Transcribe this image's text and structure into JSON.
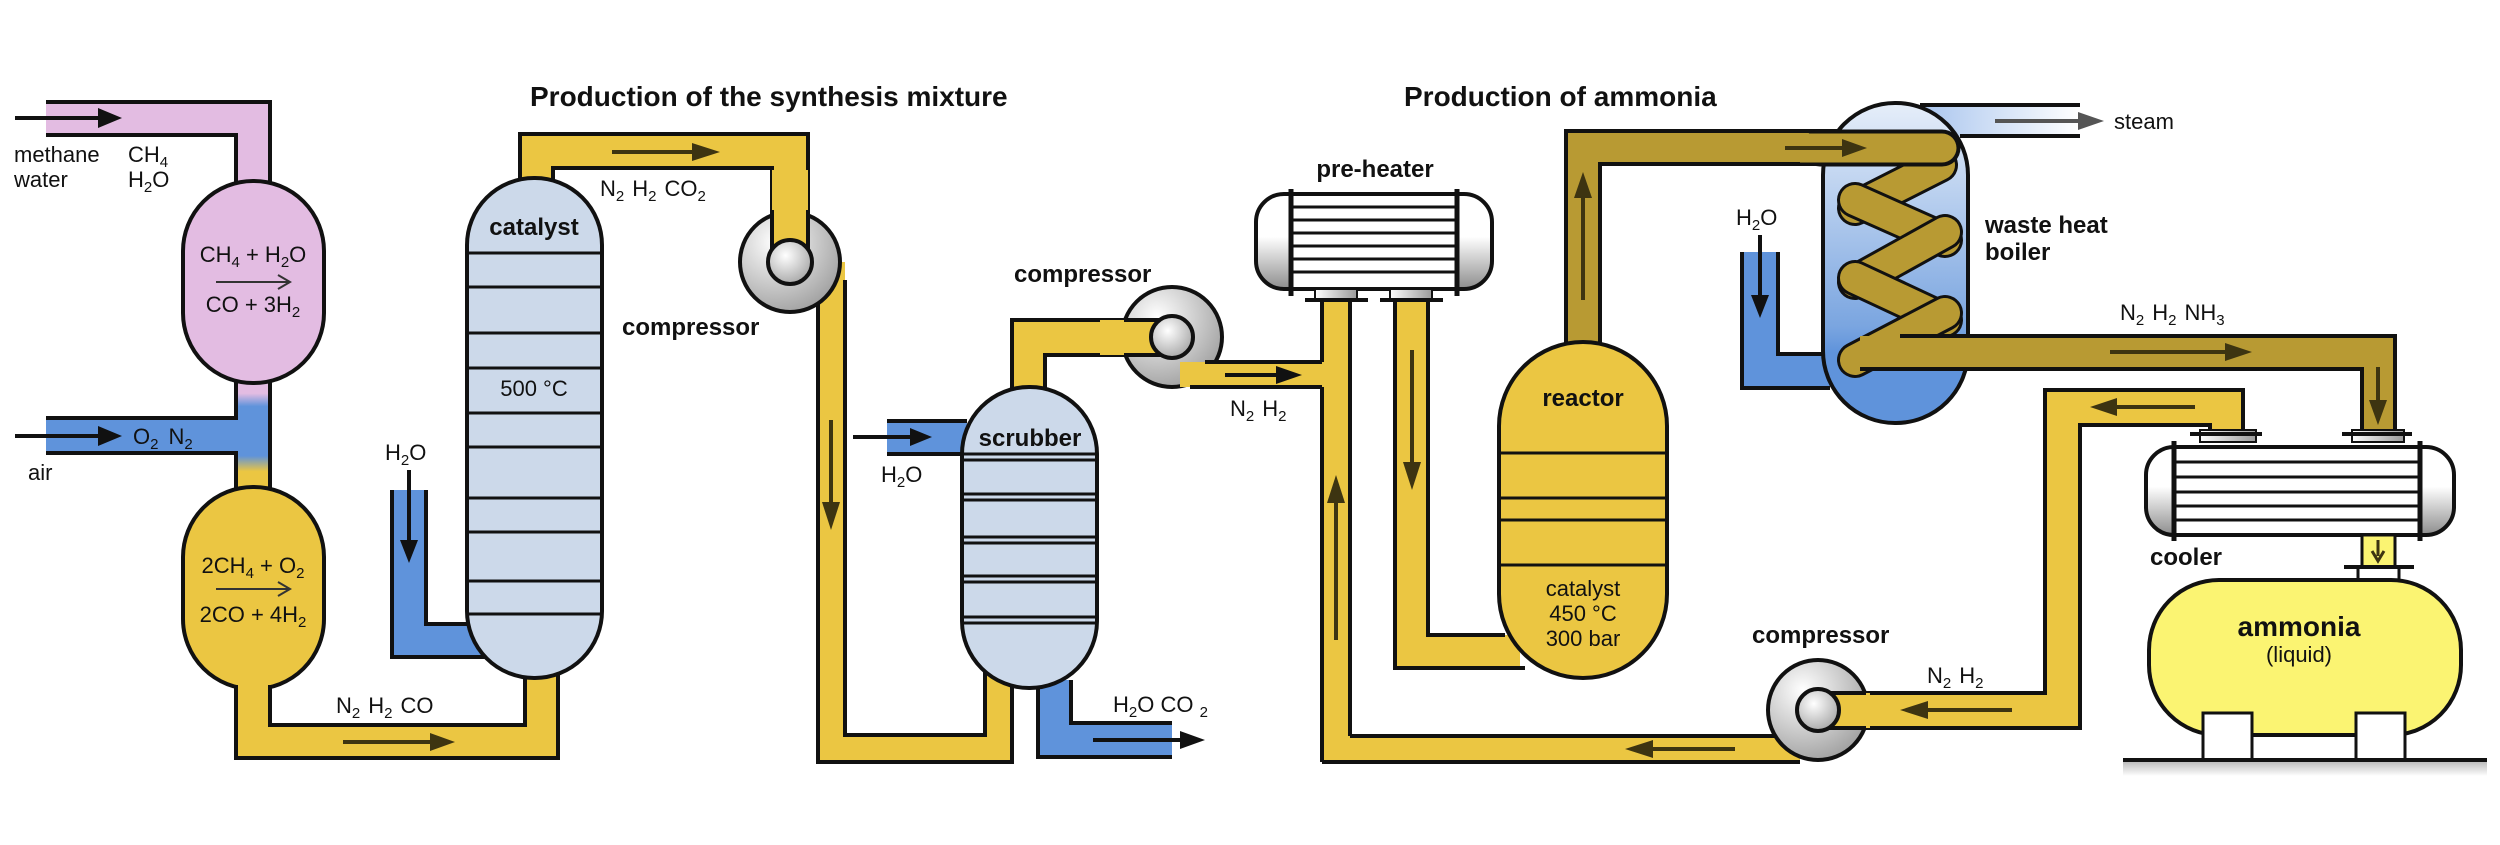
{
  "titles": {
    "synthesis": "Production of the synthesis mixture",
    "ammonia": "Production of ammonia"
  },
  "inputs": {
    "methane_label": "methane",
    "water_label": "water",
    "methane_formula": "CH",
    "methane_sub": "4",
    "water_formula_h": "H",
    "water_formula_sub": "2",
    "water_formula_o": "O",
    "air_label": "air",
    "air_gases": [
      "O",
      "2",
      "N",
      "2"
    ]
  },
  "vessels": {
    "steam_reformer": {
      "reactants": [
        "CH",
        "4",
        " + H",
        "2",
        "O"
      ],
      "products": [
        "CO + 3H",
        "2"
      ],
      "color": "#e3bce2"
    },
    "partial_oxidation": {
      "reactants": [
        "2CH",
        "4",
        " + O",
        "2"
      ],
      "products": [
        "2CO + 4H",
        "2"
      ],
      "color": "#ebc642"
    },
    "catalyst_column": {
      "label": "catalyst",
      "temperature": "500 °C",
      "color": "#ccd9ea"
    },
    "scrubber": {
      "label": "scrubber",
      "color": "#ccd9ea"
    },
    "reactor": {
      "label": "reactor",
      "catalyst_label": "catalyst",
      "temperature": "450 °C",
      "pressure": "300 bar",
      "color": "#ebc642"
    },
    "waste_heat_boiler": {
      "label_line1": "waste heat",
      "label_line2": "boiler"
    },
    "pre_heater": {
      "label": "pre-heater"
    },
    "cooler": {
      "label": "cooler"
    },
    "ammonia_tank": {
      "label": "ammonia",
      "state": "(liquid)",
      "color": "#fbf472"
    }
  },
  "compressors": {
    "label": "compressor"
  },
  "streams": {
    "after_oxidation": [
      "N",
      "2",
      "H",
      "2",
      "CO"
    ],
    "after_catalyst": [
      "N",
      "2",
      "H",
      "2",
      "CO",
      "2"
    ],
    "scrubber_water_in": [
      "H",
      "2",
      "O"
    ],
    "scrubber_out": [
      "H",
      "2",
      "O CO ",
      "2"
    ],
    "after_scrub_compressor": [
      "N",
      "2",
      "H",
      "2"
    ],
    "catalyst_water_in": [
      "H",
      "2",
      "O"
    ],
    "boiler_water_in": [
      "H",
      "2",
      "O"
    ],
    "steam_label": "steam",
    "after_boiler": [
      "N",
      "2",
      "H",
      "2",
      "NH",
      "3"
    ],
    "recycle": [
      "N",
      "2",
      "H",
      "2"
    ]
  },
  "colors": {
    "pipe_yellow": "#ebc642",
    "pipe_dark": "#b89a33",
    "pipe_pink": "#e3bce2",
    "pipe_blue": "#5f93db",
    "vessel_light_blue": "#ccd9ea",
    "ammonia_yellow": "#fbf472"
  }
}
